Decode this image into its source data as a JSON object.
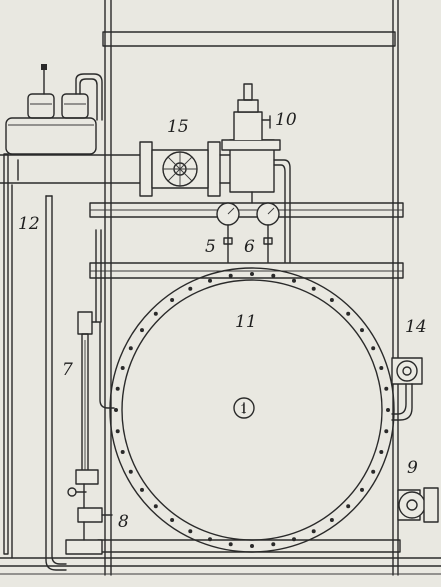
{
  "labels": {
    "l15": "15",
    "l10": "10",
    "l12": "12",
    "l5": "5",
    "l6": "6",
    "l11": "11",
    "l14": "14",
    "l7": "7",
    "l1": "1",
    "l9": "9",
    "l8": "8"
  },
  "colors": {
    "paper": "#e9e8e1",
    "ink": "#2a2a2a"
  }
}
